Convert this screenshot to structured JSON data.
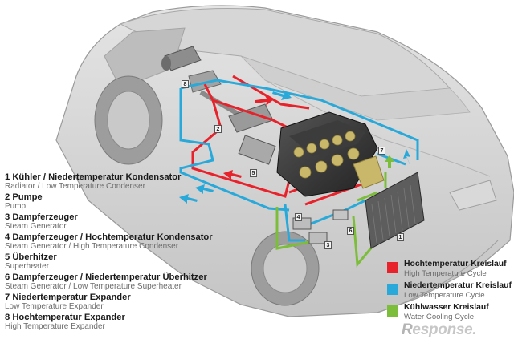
{
  "components": [
    {
      "num": "1",
      "de": "Kühler / Niedertemperatur Kondensator",
      "en": "Radiator / Low Temperature Condenser"
    },
    {
      "num": "2",
      "de": "Pumpe",
      "en": "Pump"
    },
    {
      "num": "3",
      "de": "Dampferzeuger",
      "en": "Steam Generator"
    },
    {
      "num": "4",
      "de": "Dampferzeuger / Hochtemperatur Kondensator",
      "en": "Steam Generator / High Temperature Condenser"
    },
    {
      "num": "5",
      "de": "Überhitzer",
      "en": "Superheater"
    },
    {
      "num": "6",
      "de": "Dampferzeuger / Niedertemperatur Überhitzer",
      "en": "Steam Generator / Low Temperature Superheater"
    },
    {
      "num": "7",
      "de": "Niedertemperatur Expander",
      "en": "Low Temperature Expander"
    },
    {
      "num": "8",
      "de": "Hochtemperatur Expander",
      "en": "High Temperature Expander"
    }
  ],
  "cycles": [
    {
      "de": "Hochtemperatur Kreislauf",
      "en": "High Temperature Cycle",
      "color": "#e8222b"
    },
    {
      "de": "Niedertemperatur Kreislauf",
      "en": "Low Temperature Cycle",
      "color": "#29a9d9"
    },
    {
      "de": "Kühlwasser Kreislauf",
      "en": "Water Cooling Cycle",
      "color": "#7cbd3a"
    }
  ],
  "tags": [
    "1",
    "2",
    "3",
    "4",
    "5",
    "6",
    "7",
    "8"
  ],
  "watermark": {
    "text": "esponse.",
    "initial": "R"
  }
}
